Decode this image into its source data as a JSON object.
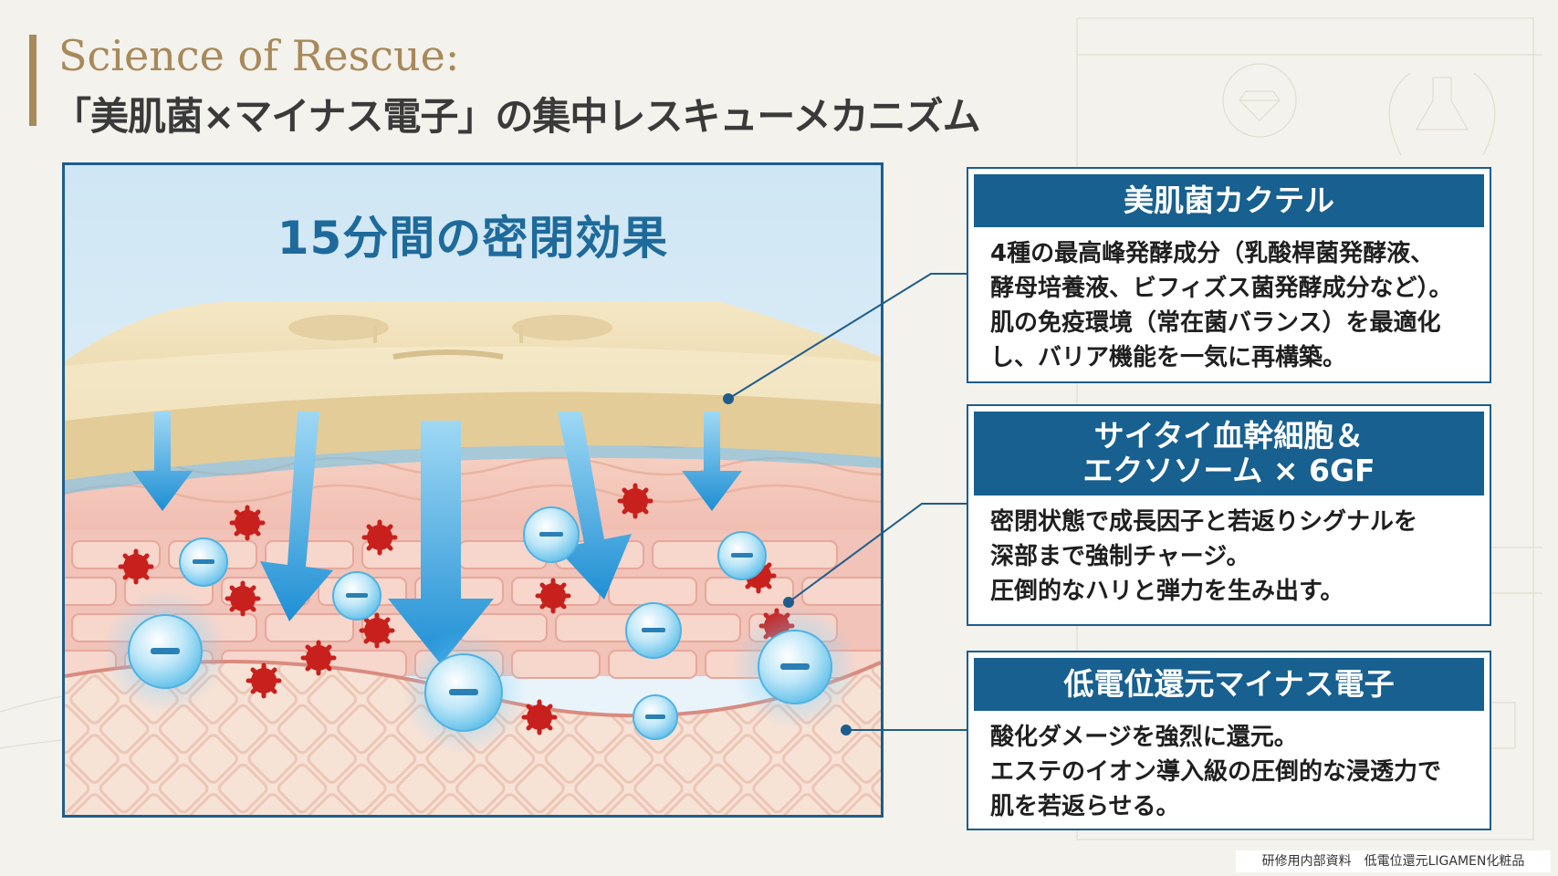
{
  "header": {
    "title_en": "Science of Rescue:",
    "title_jp": "「美肌菌×マイナス電子」の集中レスキューメカニズム"
  },
  "diagram": {
    "occlusion_label": "15分間の密閉効果",
    "minus_symbol": "−",
    "colors": {
      "mask": "#efdfb6",
      "skin_top": "#f6d3c2",
      "skin_bottom": "#f2b8ae",
      "arrow": "#2aa0e0",
      "bacteria": "#cc2020",
      "electron": "#8fd3f3"
    }
  },
  "panels": [
    {
      "title": "美肌菌カクテル",
      "lines": [
        "4種の最高峰発酵成分（乳酸桿菌発酵液、",
        "酵母培養液、ビフィズス菌発酵成分など）。",
        "肌の免疫環境（常在菌バランス）を最適化",
        "し、バリア機能を一気に再構築。"
      ]
    },
    {
      "title_line1": "サイタイ血幹細胞＆",
      "title_line2": "エクソソーム × 6GF",
      "lines": [
        "密閉状態で成長因子と若返りシグナルを",
        "深部まで強制チャージ。",
        "圧倒的なハリと弾力を生み出す。"
      ]
    },
    {
      "title": "低電位還元マイナス電子",
      "lines": [
        "酸化ダメージを強烈に還元。",
        "エステのイオン導入級の圧倒的な浸透力で",
        "肌を若返らせる。"
      ]
    }
  ],
  "footer": {
    "text": "研修用内部資料　低電位還元LIGAMEN化粧品"
  },
  "theme": {
    "gold": "#a8895a",
    "navy": "#17608f",
    "background": "#f3f2ec"
  }
}
